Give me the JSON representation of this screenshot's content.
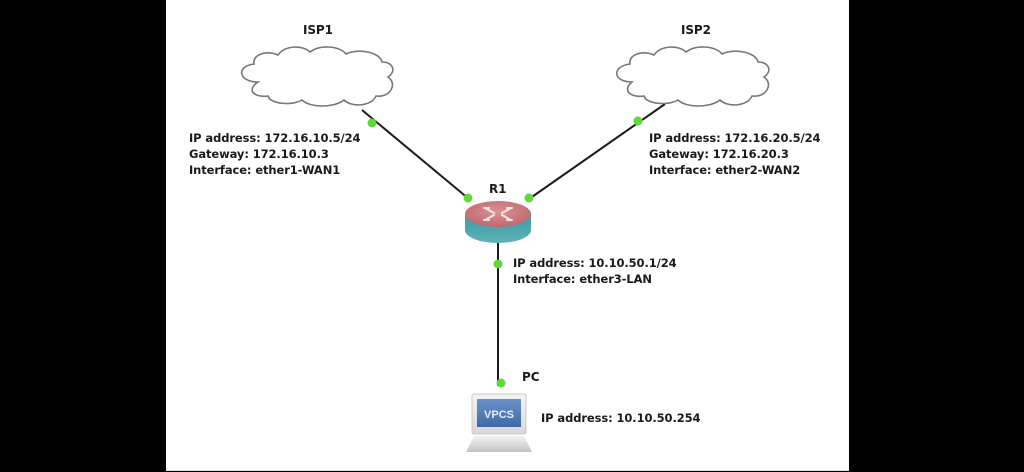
{
  "diagram": {
    "nodes": {
      "isp1": {
        "name": "ISP1",
        "type": "cloud"
      },
      "isp2": {
        "name": "ISP2",
        "type": "cloud"
      },
      "r1": {
        "name": "R1",
        "type": "router"
      },
      "pc": {
        "name": "PC",
        "type": "vpcs",
        "screen_label": "VPCS"
      }
    },
    "links": [
      {
        "from": "ISP1",
        "to": "R1"
      },
      {
        "from": "ISP2",
        "to": "R1"
      },
      {
        "from": "R1",
        "to": "PC"
      }
    ],
    "annotations": {
      "isp1_link": {
        "ip": "IP address: 172.16.10.5/24",
        "gateway": "Gateway: 172.16.10.3",
        "interface": "Interface: ether1-WAN1"
      },
      "isp2_link": {
        "ip": "IP address: 172.16.20.5/24",
        "gateway": "Gateway: 172.16.20.3",
        "interface": "Interface: ether2-WAN2"
      },
      "lan_link": {
        "ip": "IP address: 10.10.50.1/24",
        "interface": "Interface: ether3-LAN"
      },
      "pc": {
        "ip": "IP address: 10.10.50.254"
      }
    },
    "colors": {
      "link": "#1a1a1a",
      "port_up": "#5fd83a",
      "router_top": "#c97b80",
      "router_body": "#3f9aa3",
      "vpcs_screen": "#4f7fb8"
    }
  }
}
